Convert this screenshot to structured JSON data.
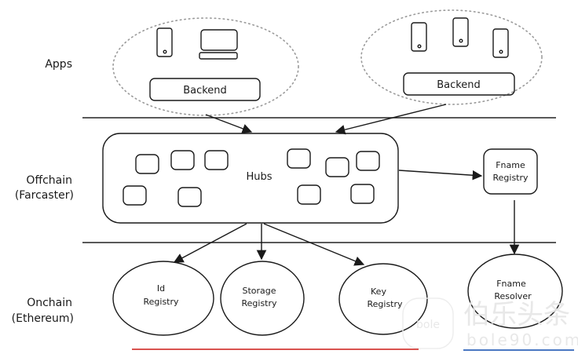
{
  "diagram": {
    "layers": [
      {
        "id": "apps",
        "label_lines": [
          "Apps"
        ]
      },
      {
        "id": "offchain",
        "label_lines": [
          "Offchain",
          "(Farcaster)"
        ]
      },
      {
        "id": "onchain",
        "label_lines": [
          "Onchain",
          "(Ethereum)"
        ]
      }
    ],
    "app_groups": [
      {
        "id": "app-group-left",
        "devices": [
          "phone",
          "laptop"
        ],
        "backend_label": "Backend"
      },
      {
        "id": "app-group-right",
        "devices": [
          "phone",
          "phone",
          "phone"
        ],
        "backend_label": "Backend"
      }
    ],
    "hubs": {
      "label": "Hubs",
      "node_count": 10
    },
    "fname_registry": {
      "label_lines": [
        "Fname",
        "Registry"
      ]
    },
    "onchain_nodes": [
      {
        "id": "id-registry",
        "label_lines": [
          "Id",
          "Registry"
        ]
      },
      {
        "id": "storage-registry",
        "label_lines": [
          "Storage",
          "Registry"
        ]
      },
      {
        "id": "key-registry",
        "label_lines": [
          "Key",
          "Registry"
        ]
      },
      {
        "id": "fname-resolver",
        "label_lines": [
          "Fname",
          "Resolver"
        ]
      }
    ],
    "edges": [
      {
        "from": "app-group-left.backend",
        "to": "hubs"
      },
      {
        "from": "app-group-right.backend",
        "to": "hubs"
      },
      {
        "from": "hubs",
        "to": "fname-registry"
      },
      {
        "from": "hubs",
        "to": "id-registry"
      },
      {
        "from": "hubs",
        "to": "storage-registry"
      },
      {
        "from": "hubs",
        "to": "key-registry"
      },
      {
        "from": "fname-registry",
        "to": "fname-resolver"
      }
    ],
    "accent_colors": {
      "underline_red": "#d9534f",
      "underline_blue": "#4a78c2"
    }
  },
  "watermark": {
    "cn": "伯乐头条",
    "en": "bole90.com",
    "logo": "bole"
  }
}
